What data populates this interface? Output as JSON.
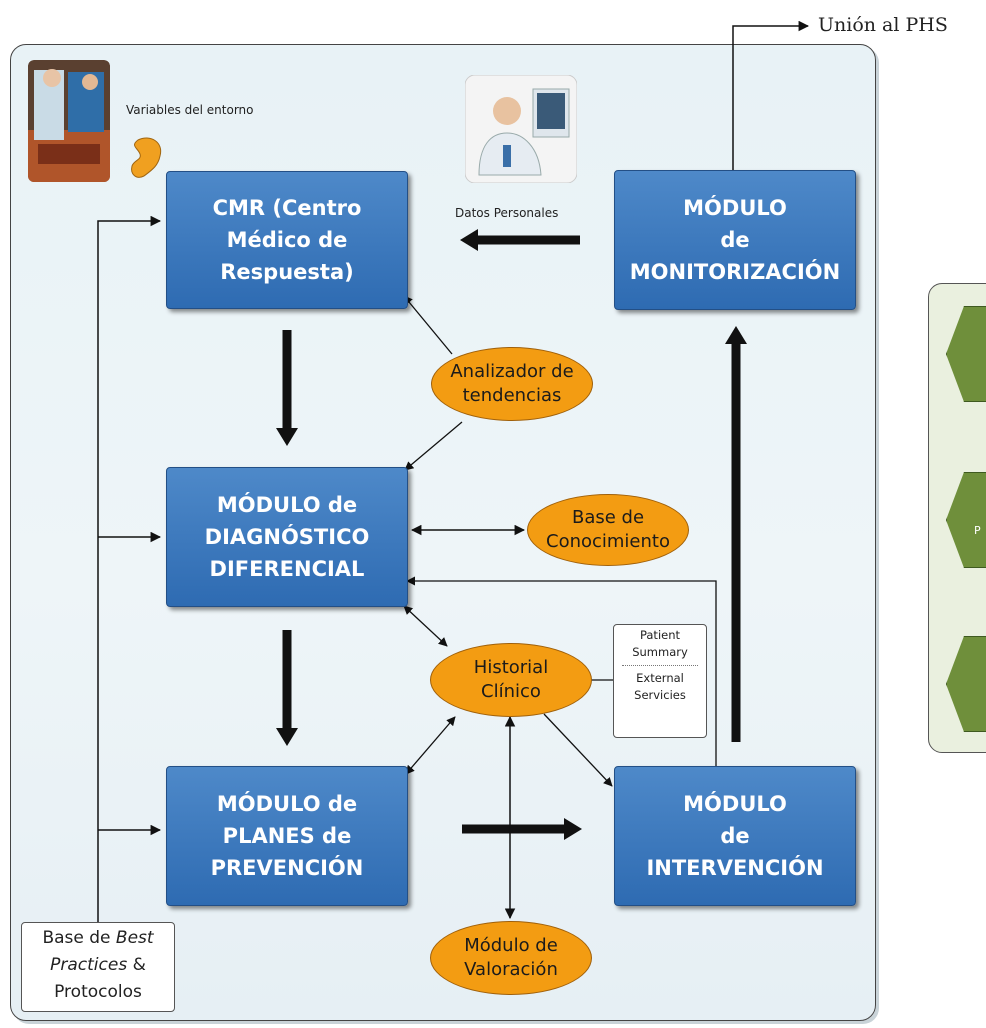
{
  "header": {
    "phs_label": "Unión al PHS"
  },
  "environment": {
    "label": "Variables del entorno"
  },
  "personal_data": {
    "label": "Datos Personales"
  },
  "modules": {
    "cmr": {
      "line1": "CMR (Centro",
      "line2": "Médico de",
      "line3": "Respuesta)"
    },
    "monitorizacion": {
      "line1": "MÓDULO",
      "line2": "de",
      "line3": "MONITORIZACIÓN"
    },
    "diagnostico": {
      "line1": "MÓDULO de",
      "line2": "DIAGNÓSTICO",
      "line3": "DIFERENCIAL"
    },
    "prevencion": {
      "line1": "MÓDULO de",
      "line2": "PLANES de",
      "line3": "PREVENCIÓN"
    },
    "intervencion": {
      "line1": "MÓDULO",
      "line2": "de",
      "line3": "INTERVENCIÓN"
    }
  },
  "ovals": {
    "analizador": {
      "line1": "Analizador de",
      "line2": "tendencias"
    },
    "base_conocimiento": {
      "line1": "Base de",
      "line2": "Conocimiento"
    },
    "historial": {
      "line1": "Historial",
      "line2": "Clínico"
    },
    "valoracion": {
      "line1": "Módulo de",
      "line2": "Valoración"
    }
  },
  "services_box": {
    "top1": "Patient",
    "top2": "Summary",
    "bottom1": "External",
    "bottom2": "Servicies"
  },
  "best_practices": {
    "line1_a": "Base de ",
    "line1_b": "Best",
    "line2_a": "Practices",
    "line2_b": " &",
    "line3": "Protocolos"
  },
  "side_panel": {
    "fragment": "P"
  },
  "colors": {
    "module_blue": "#2e6bb2",
    "oval_orange": "#f39c12",
    "panel_green": "#6f8f3b"
  }
}
